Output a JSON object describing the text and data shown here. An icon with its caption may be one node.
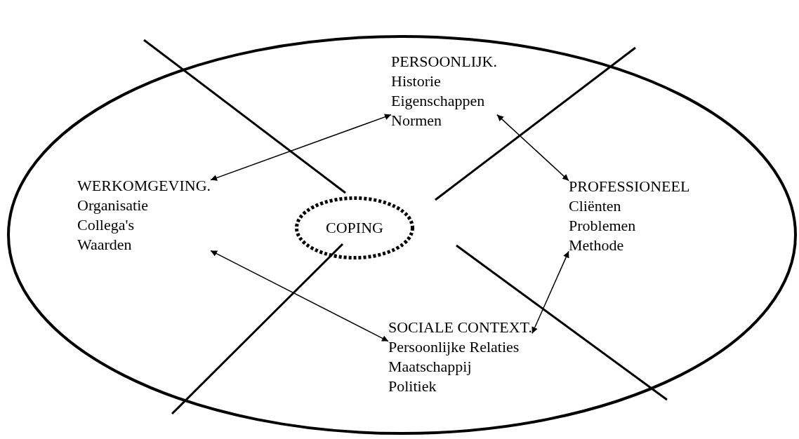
{
  "diagram": {
    "nodes": [
      {
        "text": [],
        "shape": "circle"
      },
      {
        "text": [
          "PERSOONLIJK.",
          "Historie",
          "Eigenschappen",
          "Normen"
        ],
        "in": 0
      },
      {
        "text": [
          "WERKOMGEVING.",
          "Organisatie",
          "Collega's",
          "Waarden"
        ],
        "in": 0
      },
      {
        "text": [
          "PROFESSIONEEL",
          "Cliënten",
          "Problemen",
          "Methode"
        ],
        "in": 0
      },
      {
        "text": [
          "SOCIALE CONTEXT.",
          "Persoonlijke Relaties",
          "Maatschappij",
          "Politiek"
        ],
        "in": 0
      },
      {
        "text": [
          "COPING"
        ],
        "in": 0
      }
    ],
    "edges": [
      {
        "from": 2,
        "to": 1,
        "arrow": "both"
      },
      {
        "from": 1,
        "to": 3,
        "arrow": "both"
      },
      {
        "from": 2,
        "to": 4,
        "arrow": "both"
      },
      {
        "from": 4,
        "to": 3,
        "arrow": "both"
      }
    ]
  }
}
